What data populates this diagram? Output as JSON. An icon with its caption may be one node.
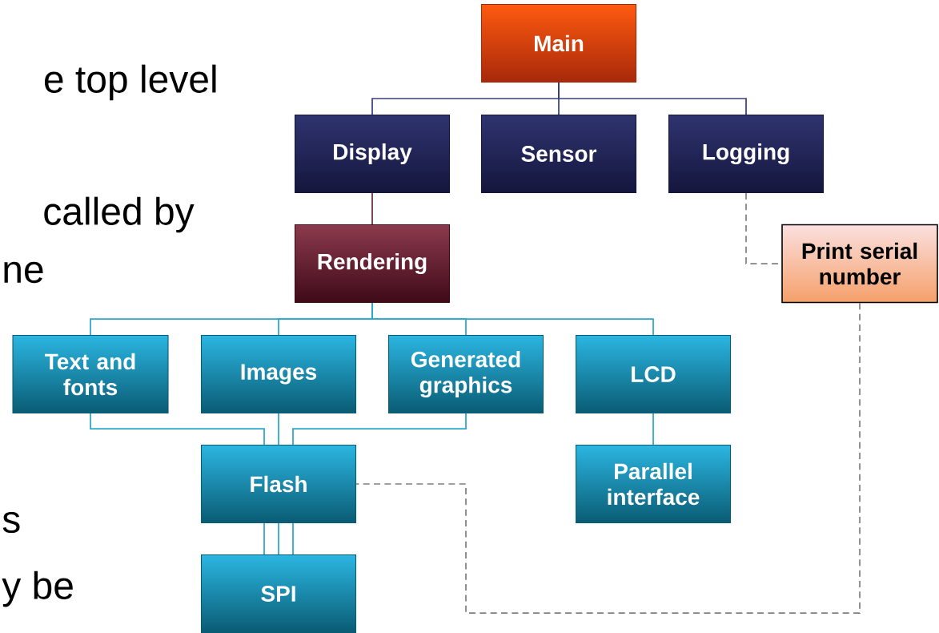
{
  "diagram": {
    "nodes": [
      {
        "text": [
          "Main"
        ]
      },
      {
        "text": [
          "Display"
        ]
      },
      {
        "text": [
          "Sensor"
        ]
      },
      {
        "text": [
          "Logging"
        ]
      },
      {
        "text": [
          "Rendering"
        ]
      },
      {
        "text": [
          "Print serial number"
        ]
      },
      {
        "text": [
          "Text and fonts"
        ]
      },
      {
        "text": [
          "Images"
        ]
      },
      {
        "text": [
          "Generated graphics"
        ]
      },
      {
        "text": [
          "LCD"
        ]
      },
      {
        "text": [
          "Flash"
        ]
      },
      {
        "text": [
          "Parallel interface"
        ]
      },
      {
        "text": [
          "SPI"
        ]
      }
    ],
    "edges": [
      {
        "from": 0,
        "to": 1,
        "arrow": "none",
        "color": "#3b3f80"
      },
      {
        "from": 0,
        "to": 2,
        "arrow": "none",
        "color": "#3b3f80"
      },
      {
        "from": 0,
        "to": 3,
        "arrow": "none",
        "color": "#3b3f80"
      },
      {
        "from": 1,
        "to": 4,
        "arrow": "none",
        "color": "#6b2a3c"
      },
      {
        "from": 4,
        "to": 6,
        "arrow": "none"
      },
      {
        "from": 4,
        "to": 7,
        "arrow": "none"
      },
      {
        "from": 4,
        "to": 8,
        "arrow": "none"
      },
      {
        "from": 4,
        "to": 9,
        "arrow": "none"
      },
      {
        "from": 6,
        "to": 10,
        "arrow": "none"
      },
      {
        "from": 7,
        "to": 10,
        "arrow": "none"
      },
      {
        "from": 8,
        "to": 10,
        "arrow": "none"
      },
      {
        "from": 9,
        "to": 11,
        "arrow": "none"
      },
      {
        "from": 10,
        "to": 12,
        "arrow": "none"
      },
      {
        "from": 10,
        "to": 12,
        "arrow": "none"
      },
      {
        "from": 10,
        "to": 12,
        "arrow": "none"
      },
      {
        "from": 3,
        "to": 5,
        "arrow": "none",
        "style": "dashed",
        "color": "#808080"
      },
      {
        "from": 5,
        "to": 10,
        "arrow": "none",
        "style": "dashed",
        "color": "#808080"
      }
    ],
    "labels": [
      "e top level",
      "called by",
      "ne",
      "s",
      "y be"
    ]
  }
}
